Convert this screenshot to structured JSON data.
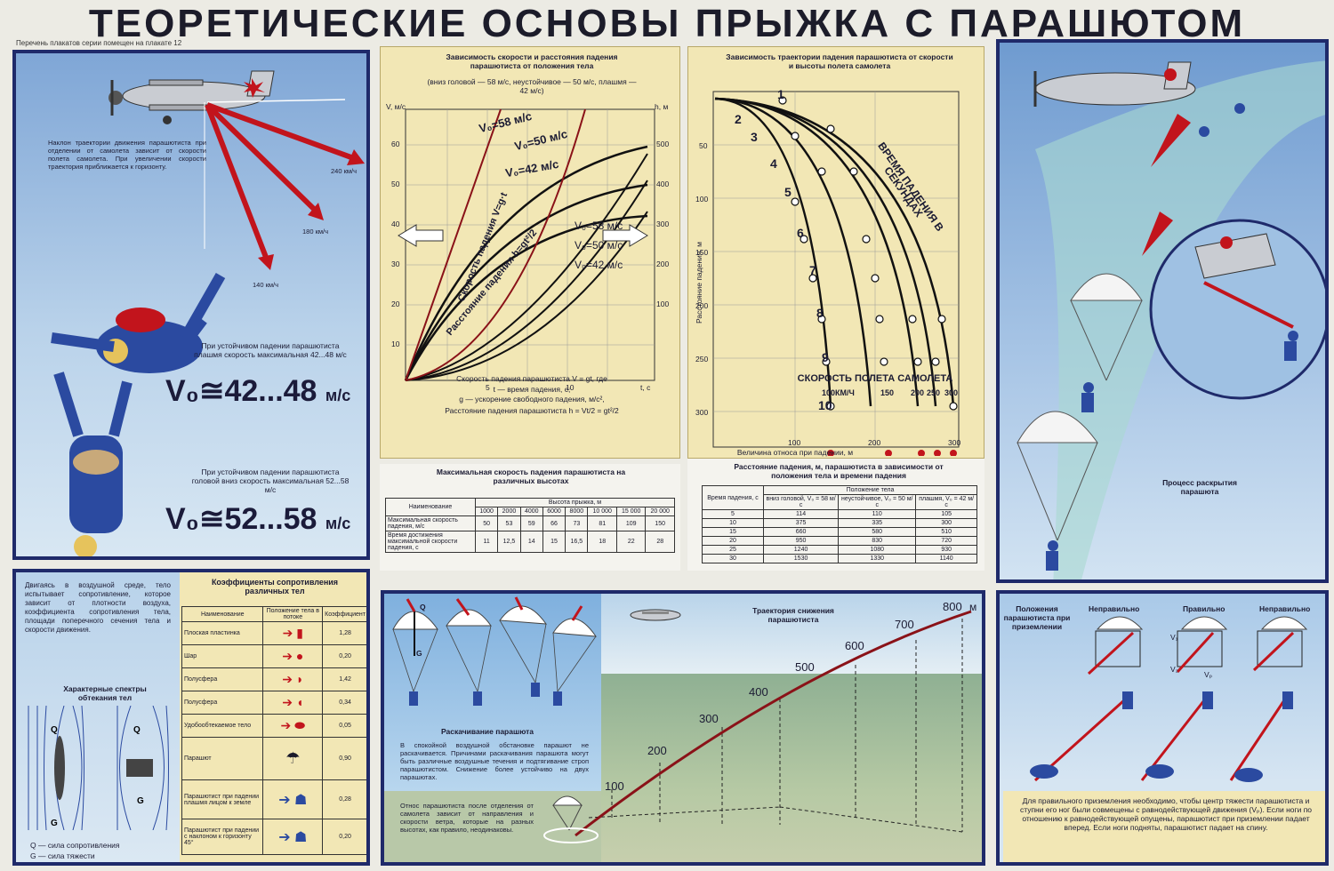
{
  "poster": {
    "title": "ТЕОРЕТИЧЕСКИЕ ОСНОВЫ ПРЫЖКА С ПАРАШЮТОМ",
    "note": "Перечень плакатов серии помещен на плакате 12"
  },
  "panel1": {
    "slope_text": "Наклон траектории движения парашютиста при отделении от самолета зависит от скорости полета самолета. При увеличении скорости траектория приближается к горизонту.",
    "speeds": [
      "240 км/ч",
      "180 км/ч",
      "140 км/ч"
    ],
    "flat_text": "При устойчивом падении парашютиста плашмя скорость максимальная 42...48 м/с",
    "flat_formula": "V₀≅42...48",
    "head_text": "При устойчивом падении парашютиста головой вниз скорость максимальная 52...58 м/с",
    "head_formula": "V₀≅52...58",
    "unit": "м/с"
  },
  "chart1": {
    "title": "Зависимость скорости и расстояния падения парашютиста от положения тела",
    "subtitle": "(вниз головой — 58 м/с, неустойчивое — 50 м/с, плашмя — 42 м/с)",
    "speed_label": "Скорость падения V=g·t",
    "dist_label": "Расстояние падения h=gt²/2",
    "v_labels": [
      "V₀=58 м/с",
      "V₀=50 м/с",
      "V₀=42 м/с"
    ],
    "v_labels2": [
      "V₀=58 м/с",
      "V₀=50 м/с",
      "V₀=42 м/с"
    ],
    "yleft_label": "V, м/с",
    "yright_label": "h, м",
    "xlabel": "t, с",
    "yleft_ticks": [
      "60",
      "50",
      "40",
      "30",
      "20",
      "10"
    ],
    "yright_ticks": [
      "500",
      "400",
      "300",
      "200",
      "100"
    ],
    "x_ticks": [
      "5",
      "10"
    ],
    "formula_lines": [
      "Скорость падения парашютиста V = gt, где",
      "t — время падения, с;",
      "g — ускорение свободного падения, м/с²,",
      "Расстояние падения парашютиста h = Vt/2 = gt²/2"
    ]
  },
  "chart2": {
    "title": "Зависимость траектории падения парашютиста от скорости и высоты полета самолета",
    "time_label": "ВРЕМЯ ПАДЕНИЯ В СЕКУНДАХ",
    "speed_label": "СКОРОСТЬ ПОЛЕТА САМОЛЕТА",
    "speed_ticks": [
      "100КМ/Ч",
      "150",
      "200",
      "250",
      "300"
    ],
    "ylabel": "Расстояние падения, м",
    "xlabel": "Величина относа при падении, м",
    "y_ticks": [
      "50",
      "100",
      "150",
      "200",
      "250",
      "300"
    ],
    "x_ticks": [
      "100",
      "200",
      "300"
    ],
    "seconds": [
      "1",
      "2",
      "3",
      "4",
      "5",
      "6",
      "7",
      "8",
      "9",
      "10"
    ]
  },
  "table_speed": {
    "title": "Максимальная скорость падения парашютиста на различных высотах",
    "head_name": "Наименование",
    "head_alt": "Высота прыжка, м",
    "alts": [
      "1000",
      "2000",
      "4000",
      "6000",
      "8000",
      "10 000",
      "15 000",
      "20 000"
    ],
    "rows": [
      {
        "name": "Максимальная скорость падения, м/с",
        "vals": [
          "50",
          "53",
          "59",
          "66",
          "73",
          "81",
          "109",
          "150"
        ]
      },
      {
        "name": "Время достижения максимальной скорости падения, с",
        "vals": [
          "11",
          "12,5",
          "14",
          "15",
          "16,5",
          "18",
          "22",
          "28"
        ]
      }
    ]
  },
  "table_distance": {
    "title": "Расстояние падения, м, парашютиста в зависимости от положения тела и времени падения",
    "head_time": "Время падения, с",
    "head_pos": "Положение тела",
    "cols": [
      "вниз головой, V₀ = 58 м/с",
      "неустойчивое, V₀ = 50 м/с",
      "плашмя, V₀ = 42 м/с"
    ],
    "times": [
      "5",
      "10",
      "15",
      "20",
      "25",
      "30"
    ],
    "c1": [
      "114",
      "375",
      "660",
      "950",
      "1240",
      "1530"
    ],
    "c2": [
      "110",
      "335",
      "580",
      "830",
      "1080",
      "1330"
    ],
    "c3": [
      "105",
      "300",
      "510",
      "720",
      "930",
      "1140"
    ]
  },
  "panel_open": {
    "caption": "Процесс раскрытия парашюта"
  },
  "panel_resist": {
    "intro": "Двигаясь в воздушной среде, тело испытывает сопротивление, которое зависит от плотности воздуха, коэффициента сопротивления тела, площади поперечного сечения тела и скорости движения.",
    "spectra_title": "Характерные спектры обтекания тел",
    "legend_q": "Q — сила сопротивления",
    "legend_g": "G — сила тяжести",
    "table_title": "Коэффициенты сопротивления различных тел",
    "col_name": "Наименование",
    "col_pos": "Положение тела в потоке",
    "col_coef": "Коэффициент",
    "rows": [
      {
        "name": "Плоская пластинка",
        "coef": "1,28"
      },
      {
        "name": "Шар",
        "coef": "0,20"
      },
      {
        "name": "Полусфера",
        "coef": "1,42"
      },
      {
        "name": "Полусфера",
        "coef": "0,34"
      },
      {
        "name": "Удобообтекаемое тело",
        "coef": "0,05"
      },
      {
        "name": "Парашют",
        "coef": "0,90"
      },
      {
        "name": "Парашютист при падении плашмя лицом к земле",
        "coef": "0,28"
      },
      {
        "name": "Парашютист при падении с наклоном к горизонту 45°",
        "coef": "0,20"
      }
    ]
  },
  "panel_descent": {
    "swing_title": "Раскачивание парашюта",
    "swing_text": "В спокойной воздушной обстановке парашют не раскачивается. Причинами раскачивания парашюта могут быть различные воздушные течения и подтягивание строп парашютистом. Снижение более устойчиво на двух парашютах.",
    "traj_title": "Траектория снижения парашютиста",
    "heights": [
      "100",
      "200",
      "300",
      "400",
      "500",
      "600",
      "700",
      "800"
    ],
    "height_unit": "м",
    "drift_text": "Относ парашютиста после отделения от самолета зависит от направления и скорости ветра, которые на разных высотах, как правило, неодинаковы.",
    "q": "Q",
    "g": "G"
  },
  "panel_landing": {
    "title": "Положения парашютиста при приземлении",
    "labels": [
      "Неправильно",
      "Правильно",
      "Неправильно"
    ],
    "v1": "V₁",
    "v2": "V₂",
    "vr": "Vₚ",
    "text": "Для правильного приземления необходимо, чтобы центр тяжести парашютиста и ступни его ног были совмещены с равнодействующей движения (Vₚ). Если ноги по отношению к равнодействующей опущены, парашютист при приземлении падает вперед. Если ноги подняты, парашютист падает на спину."
  },
  "colors": {
    "navy": "#1f2a6a",
    "red": "#c2141c",
    "paper": "#f2e7b5",
    "sky": "#9fc1e3"
  },
  "icons": [
    "airplane-icon",
    "parachute-icon",
    "parachutist-icon",
    "red-arrow-icon"
  ]
}
